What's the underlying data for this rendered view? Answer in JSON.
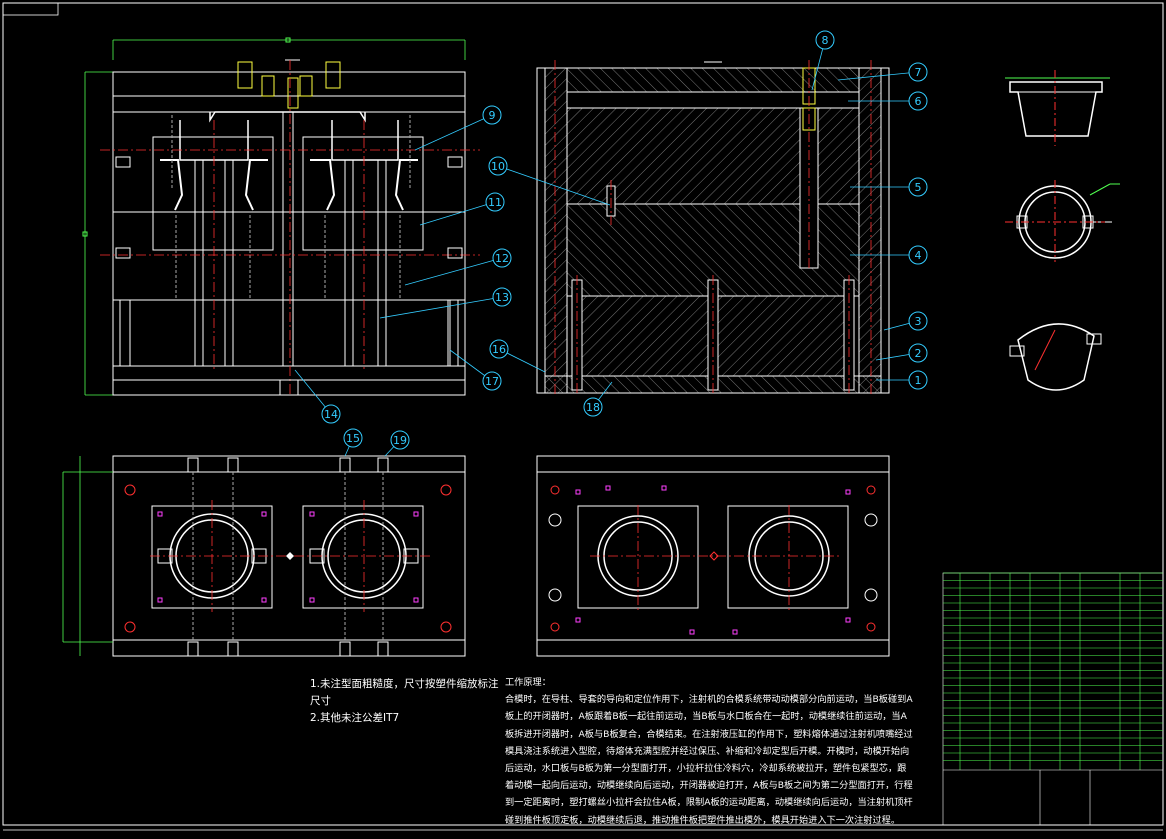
{
  "drawing": {
    "callouts": [
      "1",
      "2",
      "3",
      "4",
      "5",
      "6",
      "7",
      "8",
      "9",
      "10",
      "11",
      "12",
      "13",
      "14",
      "15",
      "16",
      "17",
      "18",
      "19"
    ],
    "notes": [
      "1.未注型面粗糙度，尺寸按塑件缩放标注尺寸",
      "2.其他未注公差IT7"
    ],
    "principle_title": "工作原理：",
    "principle_text": "合模时，在导柱、导套的导向和定位作用下，注射机的合模系统带动动模部分向前运动，当B板碰到A板上的开闭器时，A板跟着B板一起往前运动，当B板与水口板合在一起时，动模继续往前运动，当A板拆进开闭器时，A板与B板复合，合模结束。在注射液压缸的作用下，塑料熔体通过注射机喷嘴经过模具浇注系统进入型腔，待熔体充满型腔并经过保压、补缩和冷却定型后开模。开模时，动模开始向后运动，水口板与B板为第一分型面打开，小拉杆拉住冷料穴，冷却系统被拉开，塑件包紧型芯，跟着动模一起向后运动，动模继续向后运动，开闭器被迫打开，A板与B板之间为第二分型面打开，行程到一定距离时，塑打螺丝小拉杆会拉住A板，限制A板的运动距离，动模继续向后运动，当注射机顶杆碰到推件板顶定板，动模继续后退，推动推件板把塑件推出模外，模具开始进入下一次注射过程。"
  },
  "colors": {
    "background": "#000000",
    "line": "#ffffff",
    "callout": "#33ccff",
    "center": "#ff3030",
    "dim": "#50ff50",
    "bolt": "#ffff40",
    "hatch": "#c8c8c8",
    "part": "#ff40ff"
  }
}
